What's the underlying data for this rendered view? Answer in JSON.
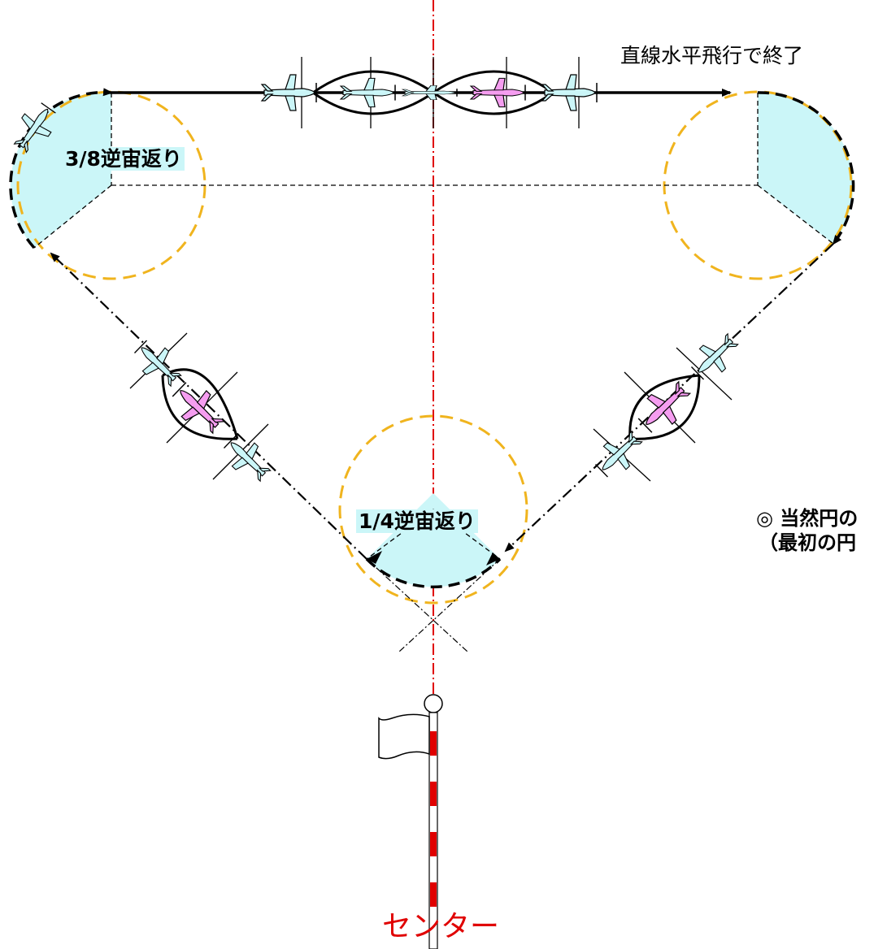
{
  "labels": {
    "end_note": "直線水平飛行で終了",
    "three_eighths": "3/8逆宙返り",
    "one_quarter": "1/4逆宙返り",
    "right_note_line1": "◎ 当然円の",
    "right_note_line2": "（最初の円",
    "center": "センター"
  },
  "colors": {
    "loop_fill": "#cbf6f8",
    "guide_circle": "#f0b41e",
    "plane_blue": "#cbf6f8",
    "plane_pink": "#f59df0",
    "center_line": "#e00000",
    "pole_red": "#e00000"
  }
}
